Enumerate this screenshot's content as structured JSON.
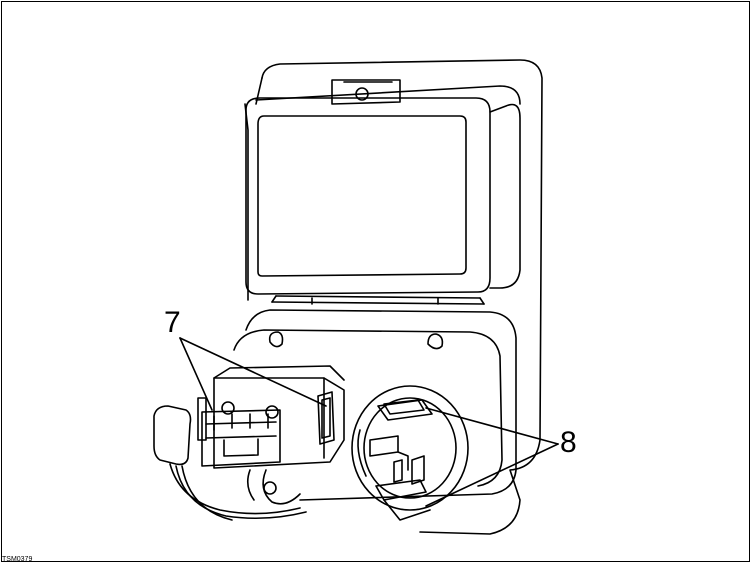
{
  "callouts": {
    "label_7": "7",
    "label_8": "8"
  },
  "figure_code": "TSM0379",
  "colors": {
    "line": "#000000",
    "background": "#ffffff"
  }
}
